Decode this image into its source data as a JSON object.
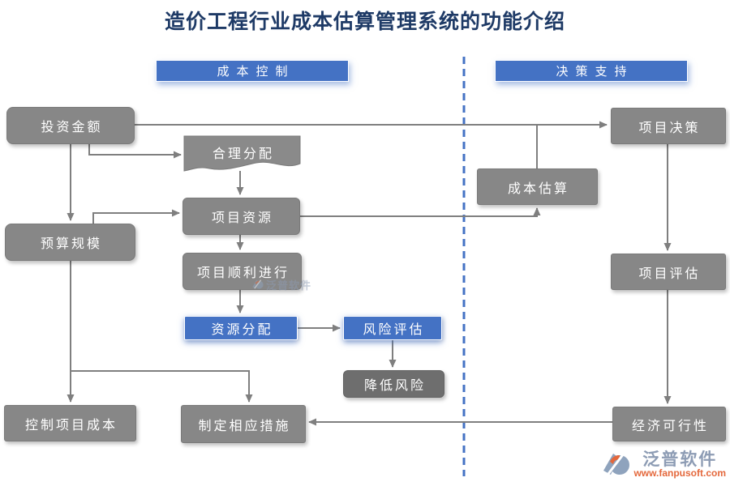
{
  "title": "造价工程行业成本估算管理系统的功能介绍",
  "sections": {
    "left_header": "成本控制",
    "right_header": "决策支持"
  },
  "nodes": {
    "investment": "投资金额",
    "reasonable_allocation": "合理分配",
    "budget_scale": "预算规模",
    "project_resources": "项目资源",
    "project_smooth": "项目顺利进行",
    "resource_allocation": "资源分配",
    "risk_assessment": "风险评估",
    "reduce_risk": "降低风险",
    "control_project_cost": "控制项目成本",
    "make_measures": "制定相应措施",
    "cost_estimate": "成本估算",
    "project_decision": "项目决策",
    "project_evaluation": "项目评估",
    "economic_feasibility": "经济可行性"
  },
  "watermark": {
    "name": "泛普软件"
  },
  "footer_logo": {
    "name": "泛普软件",
    "url": "www.fanpusoft.com"
  },
  "colors": {
    "accent_blue": "#4472C4",
    "box_gray": "#878787",
    "box_dark_gray": "#6E6E6E",
    "title_navy": "#1E3A66",
    "line_gray": "#7F7F7F",
    "logo_orange": "#E4683C"
  }
}
